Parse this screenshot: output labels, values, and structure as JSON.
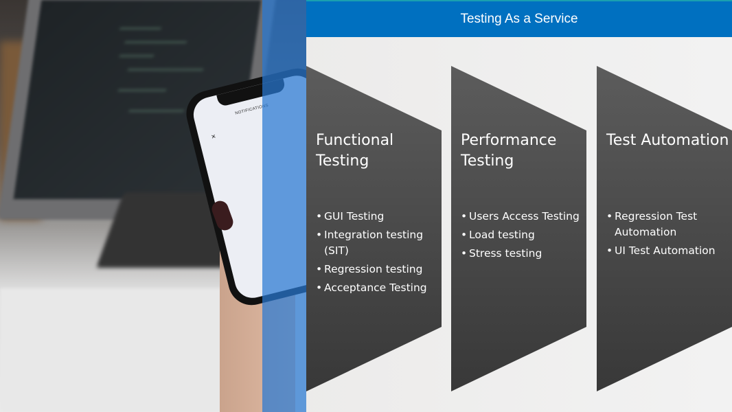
{
  "header": {
    "title": "Testing As a Service"
  },
  "phone": {
    "screen_title": "NOTIFICATIONS",
    "close_glyph": "×"
  },
  "columns": [
    {
      "title": "Functional Testing",
      "items": [
        "GUI Testing",
        "Integration testing (SIT)",
        "Regression testing",
        "Acceptance Testing"
      ]
    },
    {
      "title": "Performance Testing",
      "items": [
        "Users Access Testing",
        "Load testing",
        "Stress testing"
      ]
    },
    {
      "title": "Test Automation",
      "items": [
        "Regression Test Automation",
        "UI Test Automation"
      ]
    }
  ],
  "colors": {
    "header": "#0070c0",
    "panel": "#4a4a4a",
    "band": "#2878d2"
  }
}
